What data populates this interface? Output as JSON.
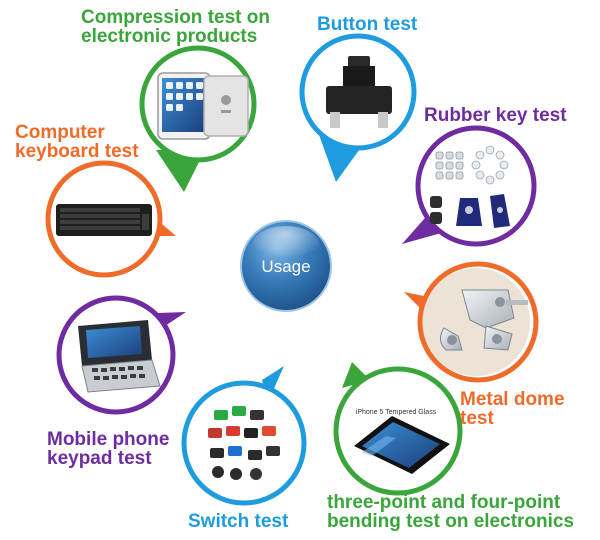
{
  "center": {
    "label": "Usage"
  },
  "items": [
    {
      "id": "compression",
      "lines": [
        "Compression test on",
        "electronic products"
      ],
      "color": "#3aa53a",
      "icon": "tablet-icon"
    },
    {
      "id": "button",
      "lines": [
        "Button test"
      ],
      "color": "#1f9be0",
      "icon": "push-button-icon"
    },
    {
      "id": "rubber",
      "lines": [
        "Rubber key test"
      ],
      "color": "#6e2ca0",
      "icon": "rubber-keys-icon"
    },
    {
      "id": "metal",
      "lines": [
        "Metal dome",
        "test"
      ],
      "color": "#ef6b2a",
      "icon": "metal-dome-icon"
    },
    {
      "id": "bending",
      "lines": [
        "three-point and four-point",
        "bending test on electronics"
      ],
      "color": "#3aa53a",
      "icon": "smartphone-icon",
      "product_caption": "iPhone 5 Tempered Glass"
    },
    {
      "id": "switch",
      "lines": [
        "Switch test"
      ],
      "color": "#1f9be0",
      "icon": "rocker-switches-icon"
    },
    {
      "id": "mobile",
      "lines": [
        "Mobile phone",
        "keypad test"
      ],
      "color": "#6e2ca0",
      "icon": "slider-phone-icon"
    },
    {
      "id": "keyboard",
      "lines": [
        "Computer",
        "keyboard test"
      ],
      "color": "#ef6b2a",
      "icon": "keyboard-icon"
    }
  ]
}
